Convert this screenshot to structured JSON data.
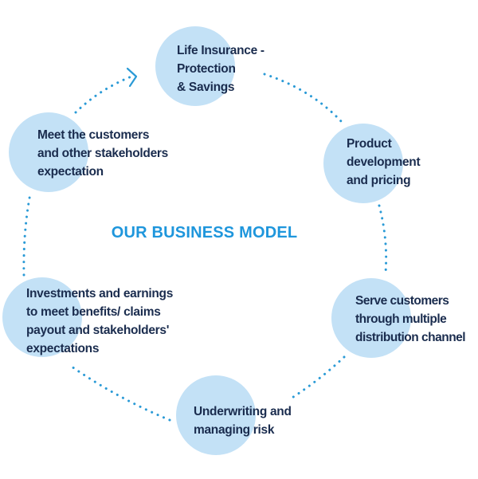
{
  "title": "OUR BUSINESS MODEL",
  "colors": {
    "title": "#1e96dc",
    "bubble": "#c3e1f6",
    "text": "#1a2c4e",
    "connector": "#2a9ad6"
  },
  "steps": [
    {
      "lines": [
        "Life Insurance -",
        "Protection",
        "& Savings"
      ]
    },
    {
      "lines": [
        "Product",
        "development",
        "and pricing"
      ]
    },
    {
      "lines": [
        "Serve customers",
        "through multiple",
        "distribution channel"
      ]
    },
    {
      "lines": [
        "Underwriting and",
        "managing risk"
      ]
    },
    {
      "lines": [
        "Investments and earnings",
        "to meet benefits/ claims",
        "payout and stakeholders'",
        "expectations"
      ]
    },
    {
      "lines": [
        "Meet the customers",
        "and other stakeholders",
        "expectation"
      ]
    }
  ]
}
